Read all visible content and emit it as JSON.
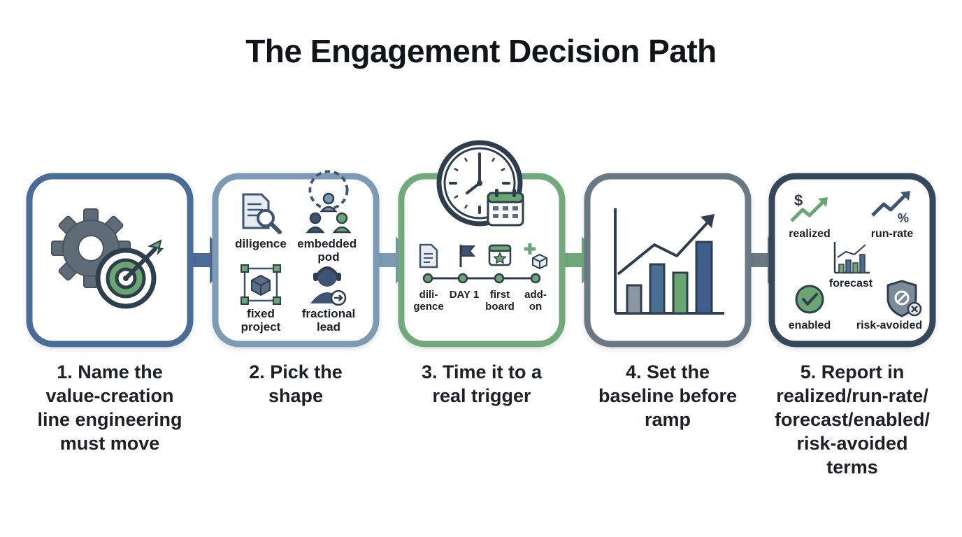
{
  "title": "The Engagement Decision Path",
  "colors": {
    "step1": "#4a6d96",
    "step2": "#7c9ab5",
    "step3": "#6fa97a",
    "step4": "#6b7883",
    "step5": "#36475a",
    "green": "#6aa66f",
    "navy": "#3d5572"
  },
  "steps": [
    {
      "caption": "1. Name the\nvalue-creation\nline engineering\nmust move",
      "icons": [
        "gear-icon",
        "target-icon",
        "dart-icon"
      ]
    },
    {
      "caption": "2. Pick the\nshape",
      "items": [
        {
          "label": "diligence",
          "icon": "document-magnifier-icon"
        },
        {
          "label": "embedded\npod",
          "icon": "team-icon"
        },
        {
          "label": "fixed\nproject",
          "icon": "cube-frame-icon"
        },
        {
          "label": "fractional\nlead",
          "icon": "headset-person-icon"
        }
      ]
    },
    {
      "caption": "3. Time it to a\nreal trigger",
      "icons": [
        "clock-icon",
        "calendar-icon"
      ],
      "timeline": [
        {
          "label": "dili-\ngence",
          "icon": "document-icon"
        },
        {
          "label": "DAY 1",
          "icon": "flag-icon"
        },
        {
          "label": "first\nboard",
          "icon": "calendar-star-icon"
        },
        {
          "label": "add-\non",
          "icon": "plus-cube-icon"
        }
      ]
    },
    {
      "caption": "4. Set the\nbaseline before\nramp",
      "icons": [
        "bar-chart-icon",
        "trend-arrow-icon"
      ]
    },
    {
      "caption": "5. Report in\nrealized/run-rate/\nforecast/enabled/\nrisk-avoided\nterms",
      "items": [
        {
          "label": "realized",
          "icon": "dollar-trend-icon"
        },
        {
          "label": "run-rate",
          "icon": "percent-trend-icon"
        },
        {
          "label": "forecast",
          "icon": "mini-chart-icon"
        },
        {
          "label": "enabled",
          "icon": "check-circle-icon"
        },
        {
          "label": "risk-avoided",
          "icon": "shield-x-icon"
        }
      ]
    }
  ]
}
